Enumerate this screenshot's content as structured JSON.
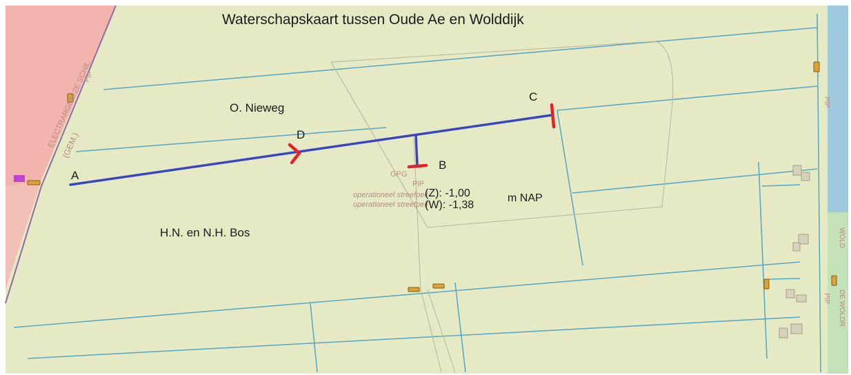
{
  "title": "Waterschapskaart tussen Oude Ae en Wolddijk",
  "points": {
    "a": "A",
    "b": "B",
    "c": "C",
    "d": "D"
  },
  "areas": {
    "north": "O. Nieweg",
    "south": "H.N. en N.H. Bos"
  },
  "water_levels": {
    "summer": "(Z): -1,00",
    "winter": "(W): -1,38",
    "unit": "m NAP"
  },
  "faint_labels": {
    "pump": "GPG",
    "pip": "PiP",
    "op1": "operationeel streefpeil",
    "op2": "operationeel streefpeil",
    "road_west_1": "ELECTRARGEM 2E SCHIL",
    "road_west_2": "(GEM.)",
    "pip_east": "PIP",
    "pip_east2": "PIP",
    "wold": "WOLD",
    "woldr": "DE WOLDR",
    "pip_west": "PIP"
  },
  "colors": {
    "grass": "#e6eac4",
    "ditch": "#5aa7c4",
    "route": "#3a46c0",
    "marker": "#e0242a",
    "road_pink": "#f4b4ae",
    "water_blue": "#9fc9dc",
    "green_strip": "#c4e2b8",
    "culvert": "#d9a23a"
  }
}
